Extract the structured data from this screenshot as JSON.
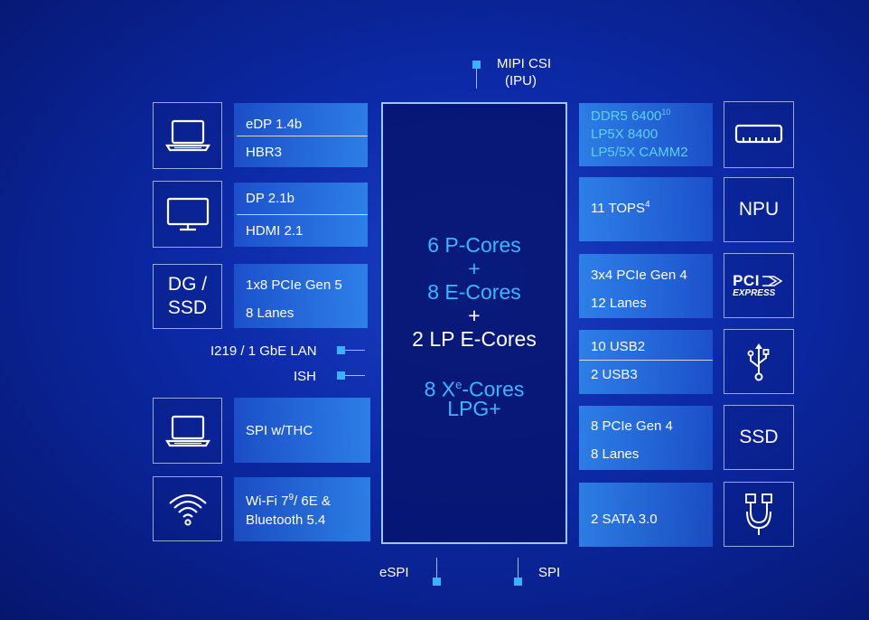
{
  "top": {
    "mipi_line1": "MIPI CSI",
    "mipi_line2": "(IPU)"
  },
  "bottom": {
    "espi": "eSPI",
    "spi": "SPI"
  },
  "core": {
    "l1": "6 P-Cores",
    "l2": "+",
    "l3": "8 E-Cores",
    "l4": "+",
    "l5": "2 LP E-Cores",
    "l6_main": "8 X",
    "l6_sup": "e",
    "l6_rest": "-Cores",
    "l7": "LPG+"
  },
  "left": {
    "edp": "eDP 1.4b",
    "hbr3": "HBR3",
    "dp": "DP 2.1b",
    "hdmi": "HDMI 2.1",
    "dg_line1": "DG /",
    "dg_line2": "SSD",
    "pcie5": "1x8 PCIe Gen 5",
    "lanes8": "8 Lanes",
    "lan": "I219 / 1 GbE LAN",
    "ish": "ISH",
    "spi_thc": "SPI w/THC",
    "wifi_pre": "Wi-Fi 7",
    "wifi_sup": "9",
    "wifi_post": "/ 6E &",
    "bt": "Bluetooth 5.4"
  },
  "right": {
    "ddr5_main": "DDR5 6400",
    "ddr5_sup": "10",
    "lp5x": "LP5X 8400",
    "camm": "LP5/5X CAMM2",
    "tops_main": "11 TOPS",
    "tops_sup": "4",
    "npu": "NPU",
    "pcie4a": "3x4 PCIe Gen 4",
    "lanes12": "12 Lanes",
    "pci_logo1": "PCI",
    "pci_logo2": "EXPRESS",
    "usb2": "10 USB2",
    "usb3": "2 USB3",
    "pcie4b": "8 PCIe Gen 4",
    "lanes8": "8 Lanes",
    "ssd": "SSD",
    "sata": "2 SATA 3.0"
  },
  "colors": {
    "accent": "#39b3ff",
    "background": "#0c2aa8",
    "panel": "#2f86e6"
  }
}
